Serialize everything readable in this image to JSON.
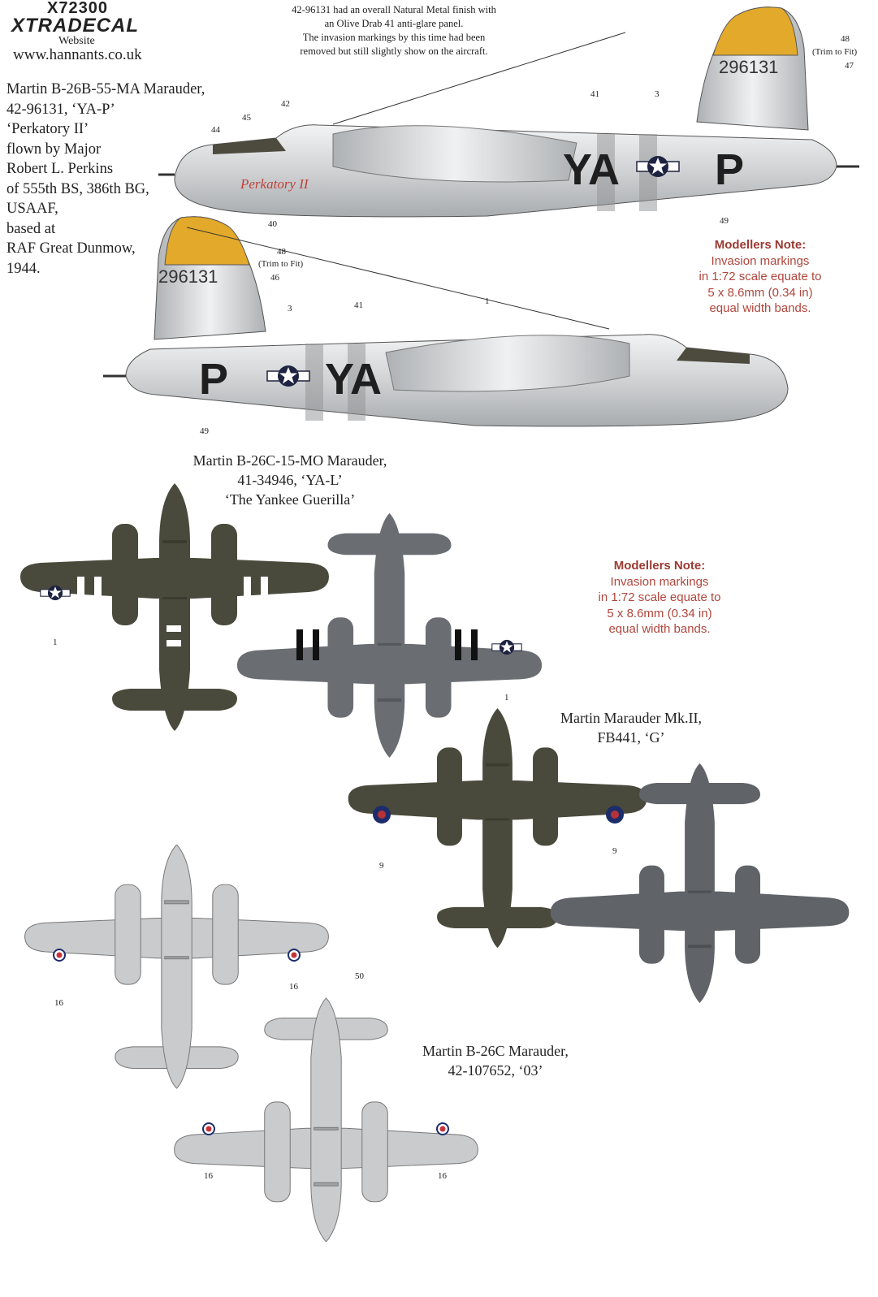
{
  "header": {
    "product_code": "X72300",
    "brand": "XTRADECAL",
    "website_label": "Website",
    "website_url": "www.hannants.co.uk"
  },
  "top_note": [
    "42-96131 had an overall Natural Metal finish with",
    "an Olive Drab 41 anti-glare panel.",
    "The invasion markings by this time had been",
    "removed but still slightly show on the aircraft."
  ],
  "aircraft1": {
    "caption": [
      "Martin B-26B-55-MA Marauder,",
      "42-96131, ‘YA-P’",
      "‘Perkatory II’",
      "flown by Major",
      "Robert L. Perkins",
      "of 555th BS, 386th BG,",
      "USAAF,",
      "based at",
      "RAF Great Dunmow,",
      "1944."
    ],
    "code_left": "YA",
    "code_right": "P",
    "tail_serial": "296131",
    "nose_art": "Perkatory II"
  },
  "callouts_side1": [
    "48",
    "(Trim to Fit)",
    "47",
    "42",
    "45",
    "44",
    "41",
    "3",
    "40",
    "49"
  ],
  "callouts_side2": [
    "48",
    "(Trim to Fit)",
    "46",
    "3",
    "41",
    "1",
    "49"
  ],
  "modellers_note": {
    "title": "Modellers Note:",
    "lines": [
      "Invasion markings",
      "in 1:72 scale equate to",
      "5 x 8.6mm (0.34 in)",
      "equal width bands."
    ]
  },
  "aircraft2": {
    "caption": [
      "Martin B-26C-15-MO Marauder,",
      "41-34946, ‘YA-L’",
      "‘The Yankee Guerilla’"
    ]
  },
  "aircraft3": {
    "caption": [
      "Martin Marauder Mk.II,",
      "FB441, ‘G’"
    ]
  },
  "aircraft4": {
    "caption": [
      "Martin B-26C Marauder,",
      "42-107652, ‘03’"
    ]
  },
  "callouts_plan": [
    "1",
    "1",
    "9",
    "9",
    "16",
    "16",
    "50",
    "16",
    "16"
  ],
  "colors": {
    "olive": "#4a4a3c",
    "underside_grey": "#6a6d72",
    "metal": "#d4d6d8",
    "yellow": "#e2a92a",
    "note_red": "#b0463c",
    "insignia_blue": "#1d2340"
  }
}
